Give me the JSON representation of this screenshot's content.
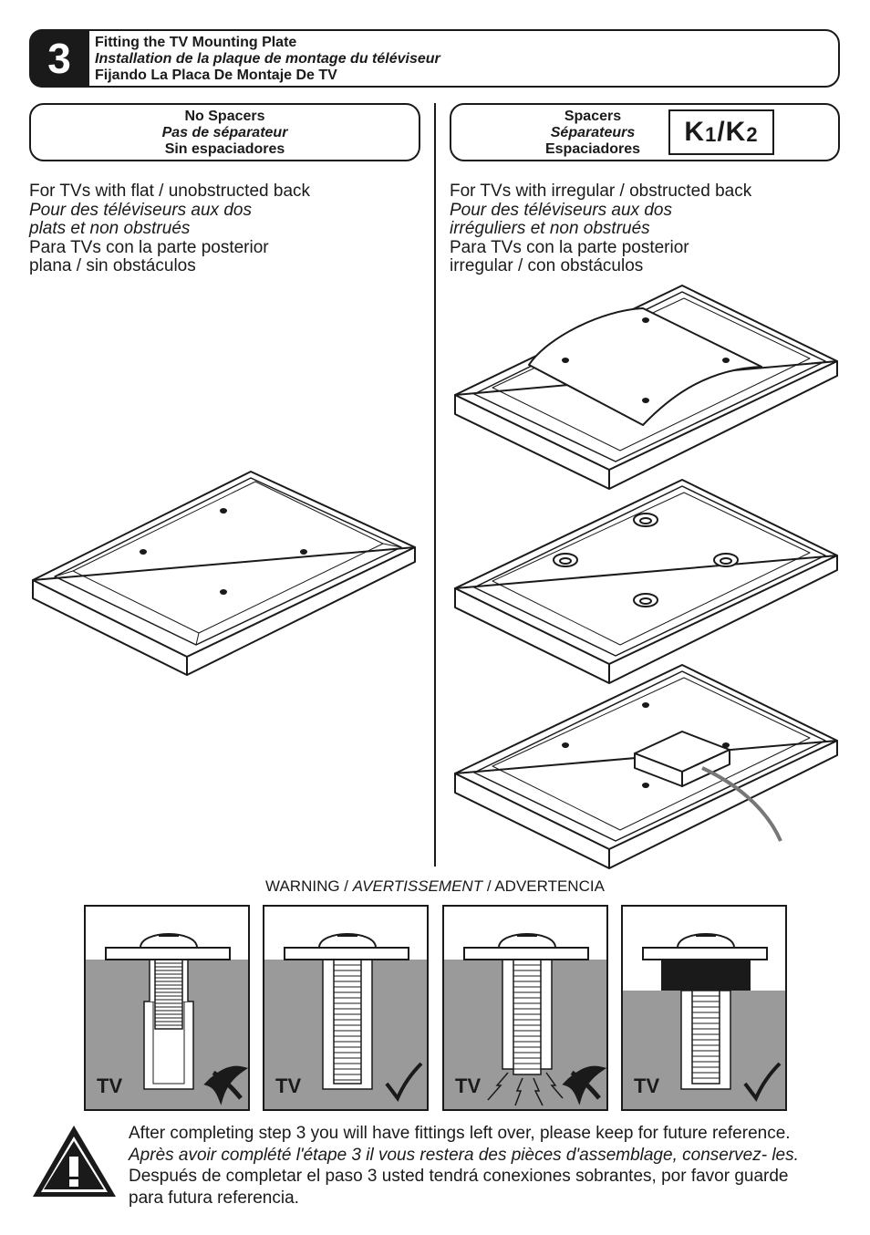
{
  "header": {
    "step_number": "3",
    "title_en": "Fitting the TV Mounting Plate",
    "title_fr": "Installation de la plaque de montage du téléviseur",
    "title_es": "Fijando La Placa De Montaje De TV"
  },
  "option_left": {
    "label_en": "No Spacers",
    "label_fr": "Pas de séparateur",
    "label_es": "Sin espaciadores",
    "desc": [
      "For TVs with flat / unobstructed back",
      "Pour des téléviseurs aux dos",
      "plats et non obstrués",
      "Para TVs con la parte posterior",
      "plana / sin obstáculos"
    ]
  },
  "option_right": {
    "label_en": "Spacers",
    "label_fr": "Séparateurs",
    "label_es": "Espaciadores",
    "part_k1": "K",
    "part_k1_sub": "1",
    "part_slash": "/",
    "part_k2": "K",
    "part_k2_sub": "2",
    "desc": [
      "For TVs with irregular / obstructed back",
      "Pour des téléviseurs aux dos",
      "irréguliers et non obstrués",
      "Para TVs con la parte posterior",
      "irregular / con obstáculos"
    ]
  },
  "warning": {
    "en": "WARNING / ",
    "fr": "AVERTISSEMENT",
    "es": " / ADVERTENCIA",
    "panels": [
      {
        "label": "TV",
        "mark": "cross"
      },
      {
        "label": "TV",
        "mark": "check"
      },
      {
        "label": "TV",
        "mark": "cross"
      },
      {
        "label": "TV",
        "mark": "check"
      }
    ]
  },
  "footer": {
    "en": "After completing step 3 you will have fittings left over, please keep for future reference.",
    "fr": "Après avoir complété l'étape 3 il vous restera des pièces d'assemblage, conservez- les.",
    "es_1": "Después de completar el paso 3 usted tendrá conexiones sobrantes, por favor guarde",
    "es_2": "para futura referencia."
  },
  "icons": [
    "warning-triangle-icon",
    "check-icon",
    "cross-icon"
  ],
  "colors": {
    "ink": "#1a1a1a",
    "panel_grey": "#9a9a9a",
    "spacer_black": "#1a1a1a"
  }
}
